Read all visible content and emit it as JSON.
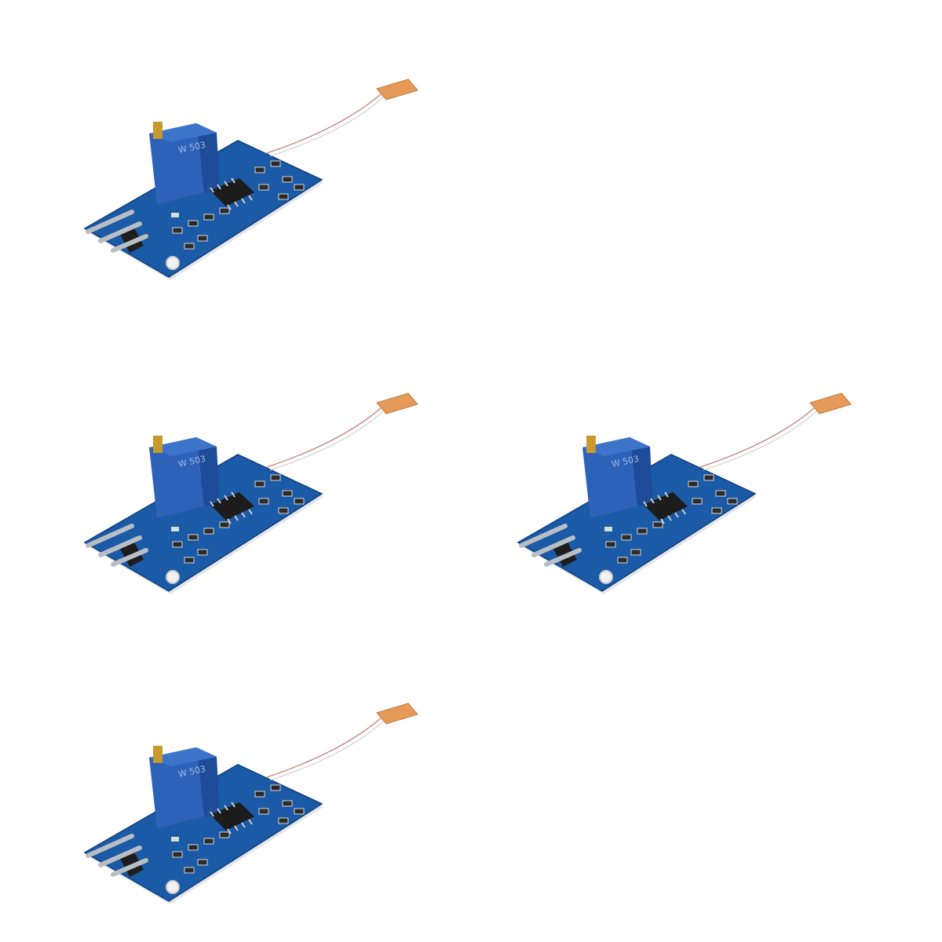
{
  "image": {
    "background_color": "#ffffff",
    "pcb_color": "#1b5aa6",
    "pot_color": "#2e62b8",
    "strain_gauge_color": "#e69a5a",
    "pin_color": "#b9bec4",
    "pot_marking": "W 503",
    "modules": [
      {
        "id": "module-1",
        "label": "strain-gauge-sensor-module"
      },
      {
        "id": "module-2",
        "label": "strain-gauge-sensor-module"
      },
      {
        "id": "module-3",
        "label": "strain-gauge-sensor-module"
      },
      {
        "id": "module-4",
        "label": "strain-gauge-sensor-module"
      }
    ]
  }
}
